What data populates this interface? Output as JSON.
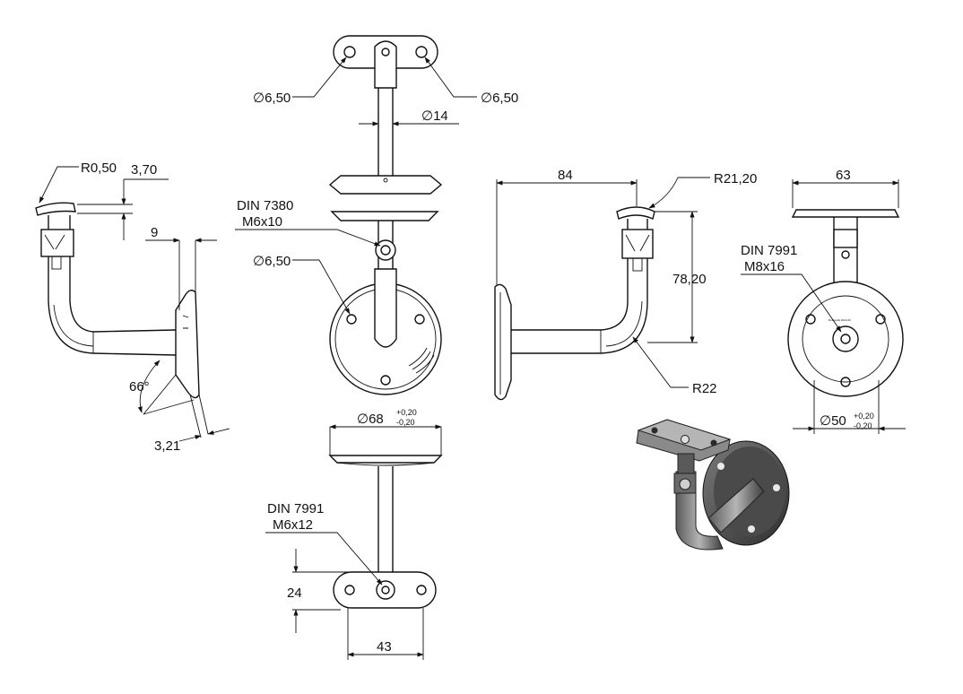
{
  "labels": {
    "top_hole_left": "∅6,50",
    "top_hole_right": "∅6,50",
    "rod_dia": "∅14",
    "screw_1": "DIN 7380",
    "screw_1_size": "M6x10",
    "base_hole": "∅6,50",
    "plate_dia": "∅68",
    "plate_tol_plus": "+0,20",
    "plate_tol_minus": "-0,20",
    "screw_2": "DIN 7991",
    "screw_2_size": "M6x12",
    "saddle_height": "24",
    "saddle_width": "43",
    "radius_small": "R0,50",
    "saddle_depth": "3,70",
    "offset": "9",
    "angle": "66°",
    "plate_thickness": "3,21",
    "length": "84",
    "radius_saddle": "R21,20",
    "height": "78,20",
    "radius_bend": "R22",
    "top_width": "63",
    "screw_3": "DIN 7991",
    "screw_3_size": "M8x16",
    "base_dia": "∅50",
    "base_tol_plus": "+0,20",
    "base_tol_minus": "-0,20",
    "stamp": "Rocksolid 2022-00"
  },
  "colors": {
    "line": "#111111",
    "render_dark": "#3c3c3c",
    "render_mid": "#7a7a7a",
    "render_light": "#b5b5b5"
  }
}
